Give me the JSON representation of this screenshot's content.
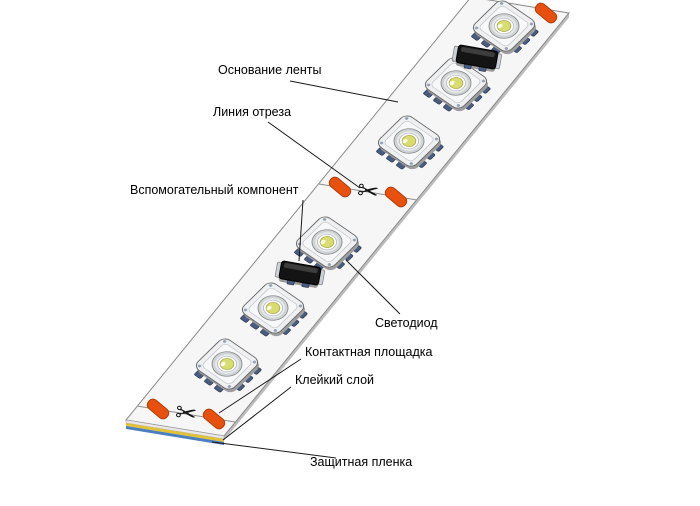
{
  "page": {
    "background": "#ffffff"
  },
  "diagram": {
    "type": "annotated-illustration",
    "subject": "Construction of an LED strip (callout diagram, Russian labels)",
    "labels": {
      "strip_base": "Основание ленты",
      "cut_line": "Линия отреза",
      "aux_component": "Вспомогательный компонент",
      "led": "Светодиод",
      "contact_pad": "Контактная площадка",
      "adhesive_layer": "Клейкий слой",
      "protective_film": "Защитная пленка"
    },
    "icons": {
      "scissors": "✂"
    },
    "colors": {
      "contact_pad_orange": "#e8500f",
      "adhesive_yellow": "#e3c238",
      "protective_film_blue": "#4a7fc0",
      "led_phosphor_yellow": "#d9dd6e",
      "component_body_black": "#141414",
      "strip_surface": "#f6f6f6",
      "pin_blue_gray": "#4a5c80"
    },
    "counts": {
      "led_packages": 6,
      "aux_components": 2,
      "cut_points": 2
    }
  }
}
